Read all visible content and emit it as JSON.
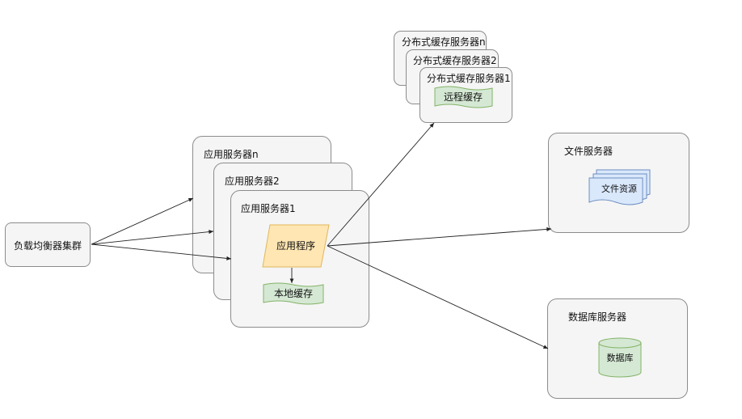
{
  "load_balancer": {
    "label": "负载均衡器集群"
  },
  "app_servers": {
    "back_label": "应用服务器n",
    "middle_label": "应用服务器2",
    "front_label": "应用服务器1",
    "program_label": "应用程序",
    "local_cache_label": "本地缓存"
  },
  "cache_servers": {
    "back_label": "分布式缓存服务器n",
    "middle_label": "分布式缓存服务器2",
    "front_label": "分布式缓存服务器1",
    "remote_cache_label": "远程缓存"
  },
  "file_server": {
    "label": "文件服务器",
    "resource_label": "文件资源"
  },
  "db_server": {
    "label": "数据库服务器",
    "db_label": "数据库"
  },
  "colors": {
    "container_fill": "#f5f5f5",
    "container_stroke": "#8c8c8c",
    "program_fill": "#ffe6b3",
    "program_stroke": "#e0b75a",
    "cache_fill": "#d5e8d4",
    "cache_stroke": "#82b366",
    "file_fill": "#dae8fc",
    "file_stroke": "#6c8ebf"
  }
}
